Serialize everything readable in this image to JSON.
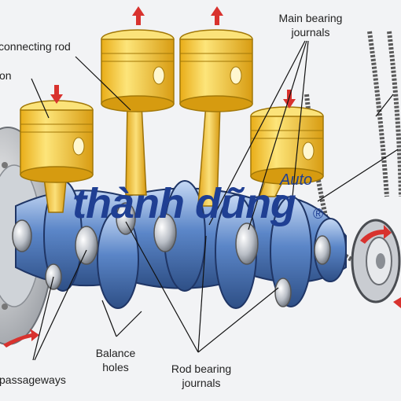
{
  "labels": {
    "main_bearing": [
      "Main bearing",
      "journals"
    ],
    "connecting_rod": "connecting rod",
    "piston": "on",
    "balance_holes": [
      "Balance",
      "holes"
    ],
    "rod_bearing": [
      "Rod bearing",
      "journals"
    ],
    "oil_passageways": "passageways"
  },
  "watermark": {
    "brand": "thành dũng",
    "suffix": "Auto",
    "reg": "®"
  },
  "colors": {
    "piston": "#f5c838",
    "piston_shadow": "#d49e14",
    "crank_blue": "#5b86c8",
    "crank_light": "#a9c4ec",
    "crank_dark": "#2e4f86",
    "arrow_red": "#d8322e",
    "watermark_blue": "#1f3f93",
    "chain": "#5a5a5a"
  }
}
